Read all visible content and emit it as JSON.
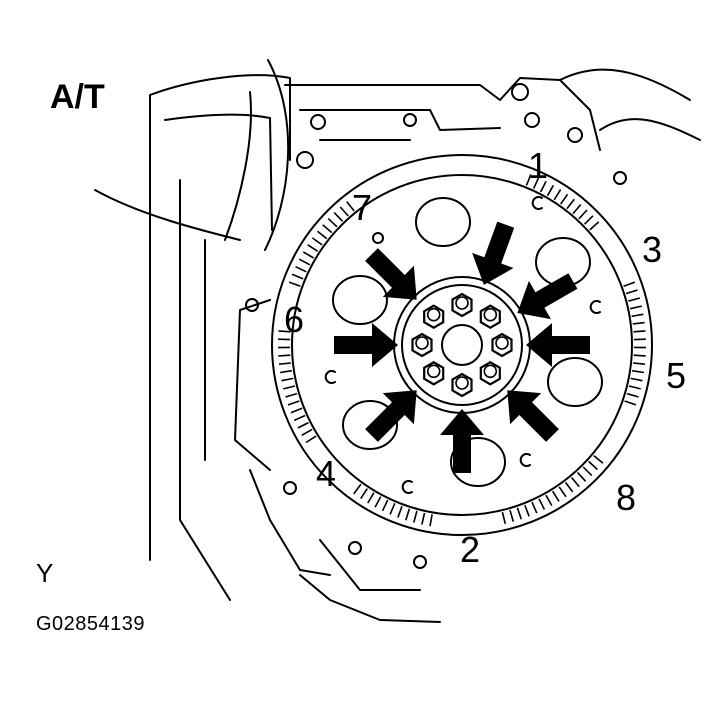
{
  "title": "A/T",
  "view_label": "Y",
  "figure_code": "G02854139",
  "bolt_order": [
    "1",
    "2",
    "3",
    "4",
    "5",
    "6",
    "7",
    "8"
  ],
  "colors": {
    "ink": "#000000",
    "paper": "#ffffff"
  }
}
